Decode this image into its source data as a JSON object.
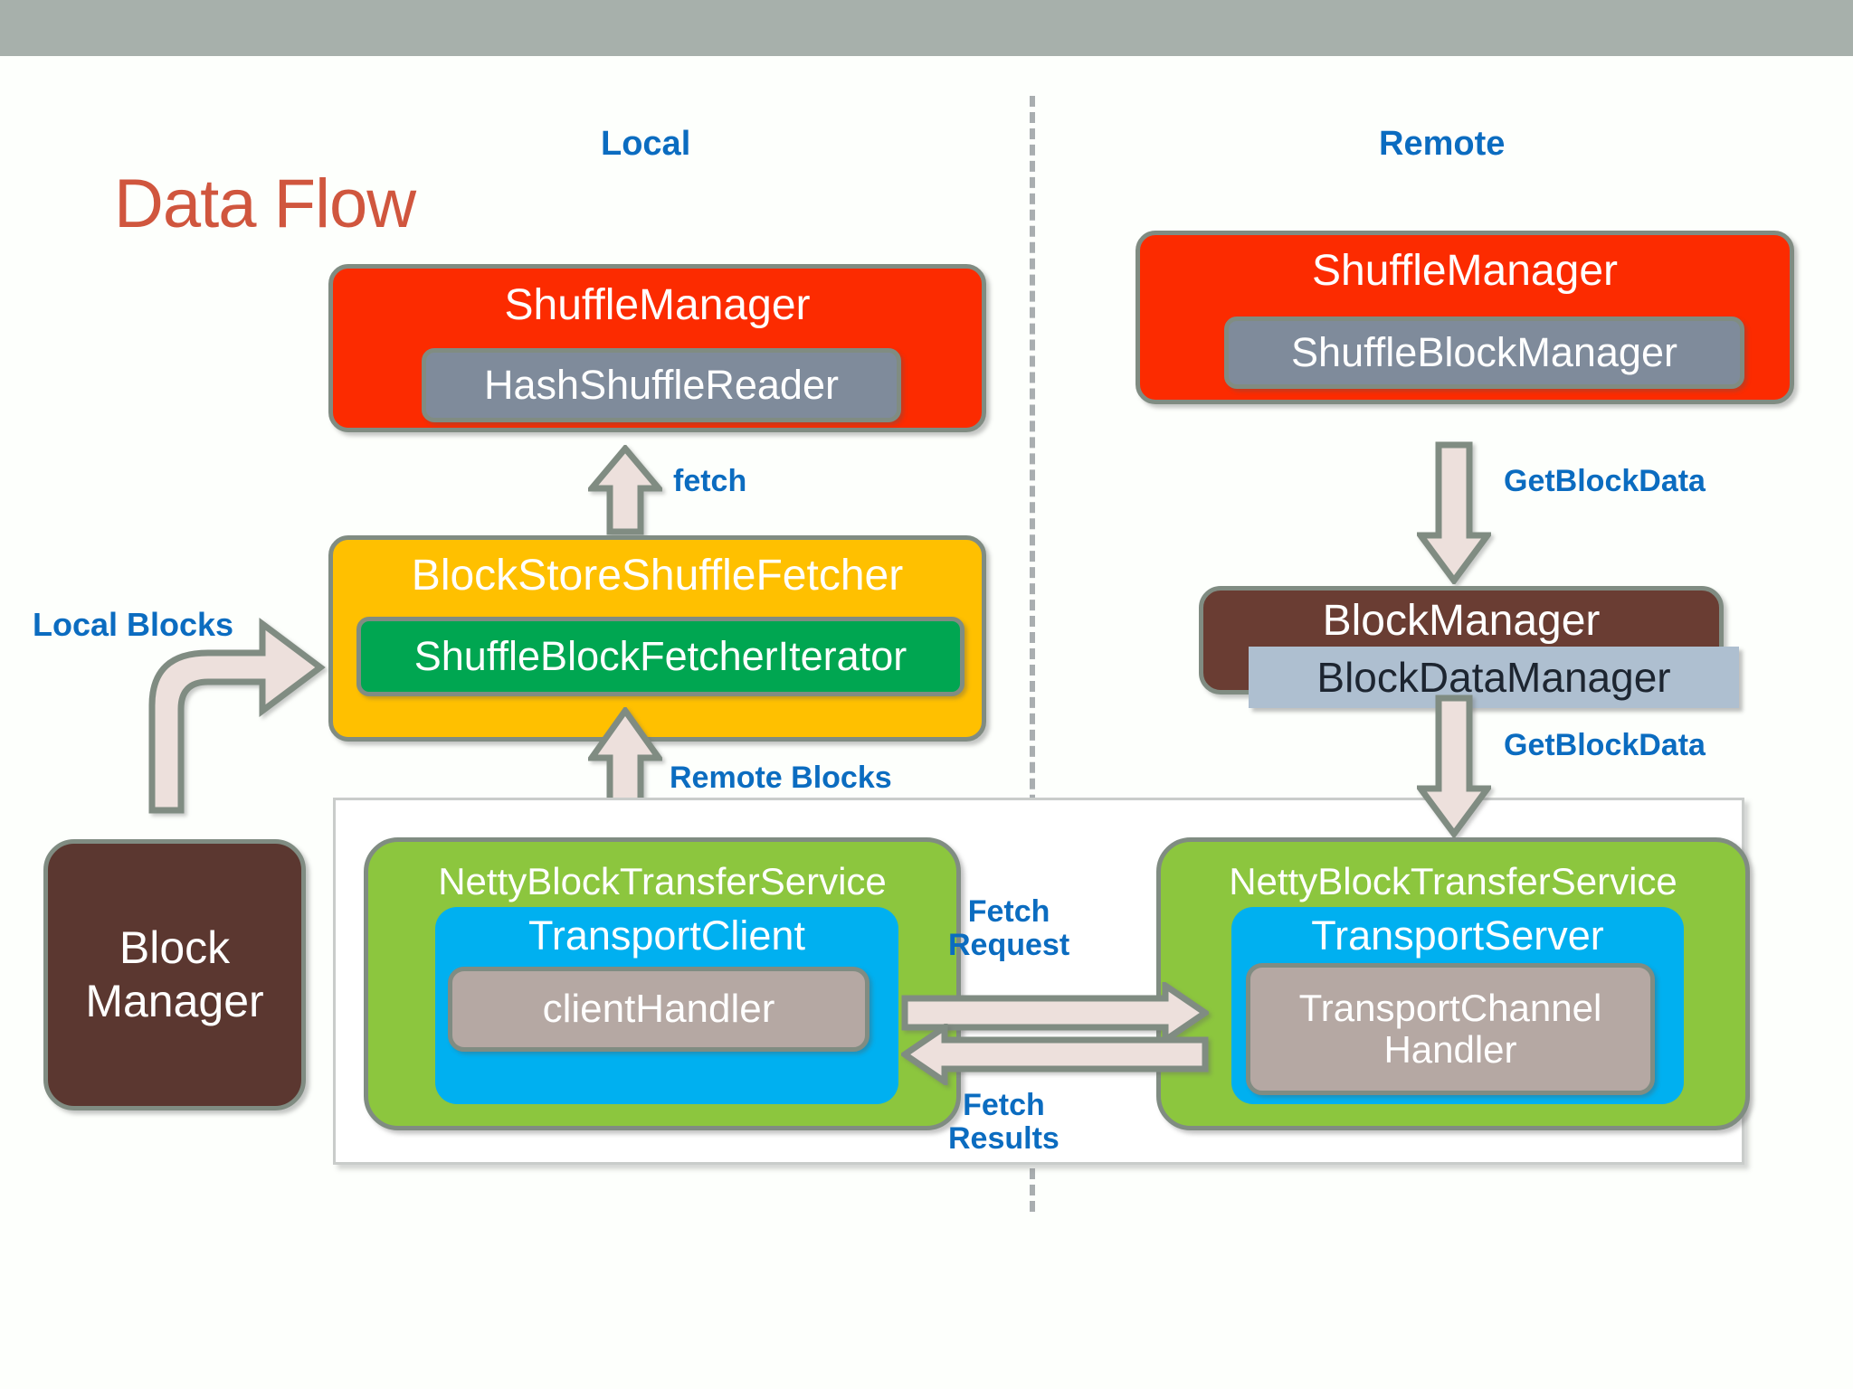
{
  "slide": {
    "title": "Data Flow",
    "title_color": "#d0563e",
    "topbar_color": "#a7b0ab",
    "accent_blue": "#0b6cc0"
  },
  "sections": {
    "local_label": "Local",
    "remote_label": "Remote"
  },
  "local": {
    "shuffle_manager": {
      "title": "ShuffleManager",
      "inner": "HashShuffleReader",
      "color": "#fc2b00",
      "inner_color": "#7f8b9b"
    },
    "block_store_shuffle_fetcher": {
      "title": "BlockStoreShuffleFetcher",
      "inner": "ShuffleBlockFetcherIterator",
      "color": "#ffc000",
      "inner_color": "#00a651"
    },
    "block_manager": {
      "line1": "Block",
      "line2": "Manager",
      "color": "#5b3730"
    },
    "netty": {
      "title": "NettyBlockTransferService",
      "transport": "TransportClient",
      "handler": "clientHandler",
      "color": "#8cc63e",
      "transport_color": "#00b0f0",
      "handler_color": "#b5a8a3"
    }
  },
  "remote": {
    "shuffle_manager": {
      "title": "ShuffleManager",
      "inner": "ShuffleBlockManager",
      "color": "#fc2b00",
      "inner_color": "#7f8b9b"
    },
    "block_manager": {
      "title": "BlockManager",
      "inner": "BlockDataManager",
      "color": "#6a3d33",
      "inner_color": "#aebfd0"
    },
    "netty": {
      "title": "NettyBlockTransferService",
      "transport": "TransportServer",
      "handler_line1": "TransportChannel",
      "handler_line2": "Handler",
      "color": "#8cc63e",
      "transport_color": "#00b0f0",
      "handler_color": "#b5a8a3"
    }
  },
  "edges": {
    "fetch": "fetch",
    "local_blocks": "Local Blocks",
    "remote_blocks": "Remote Blocks",
    "get_block_data_top": "GetBlockData",
    "get_block_data_bottom": "GetBlockData",
    "fetch_request_line1": "Fetch",
    "fetch_request_line2": "Request",
    "fetch_results_line1": "Fetch",
    "fetch_results_line2": "Results",
    "arrow_fill": "#ede0dc",
    "arrow_stroke": "#808c82"
  }
}
